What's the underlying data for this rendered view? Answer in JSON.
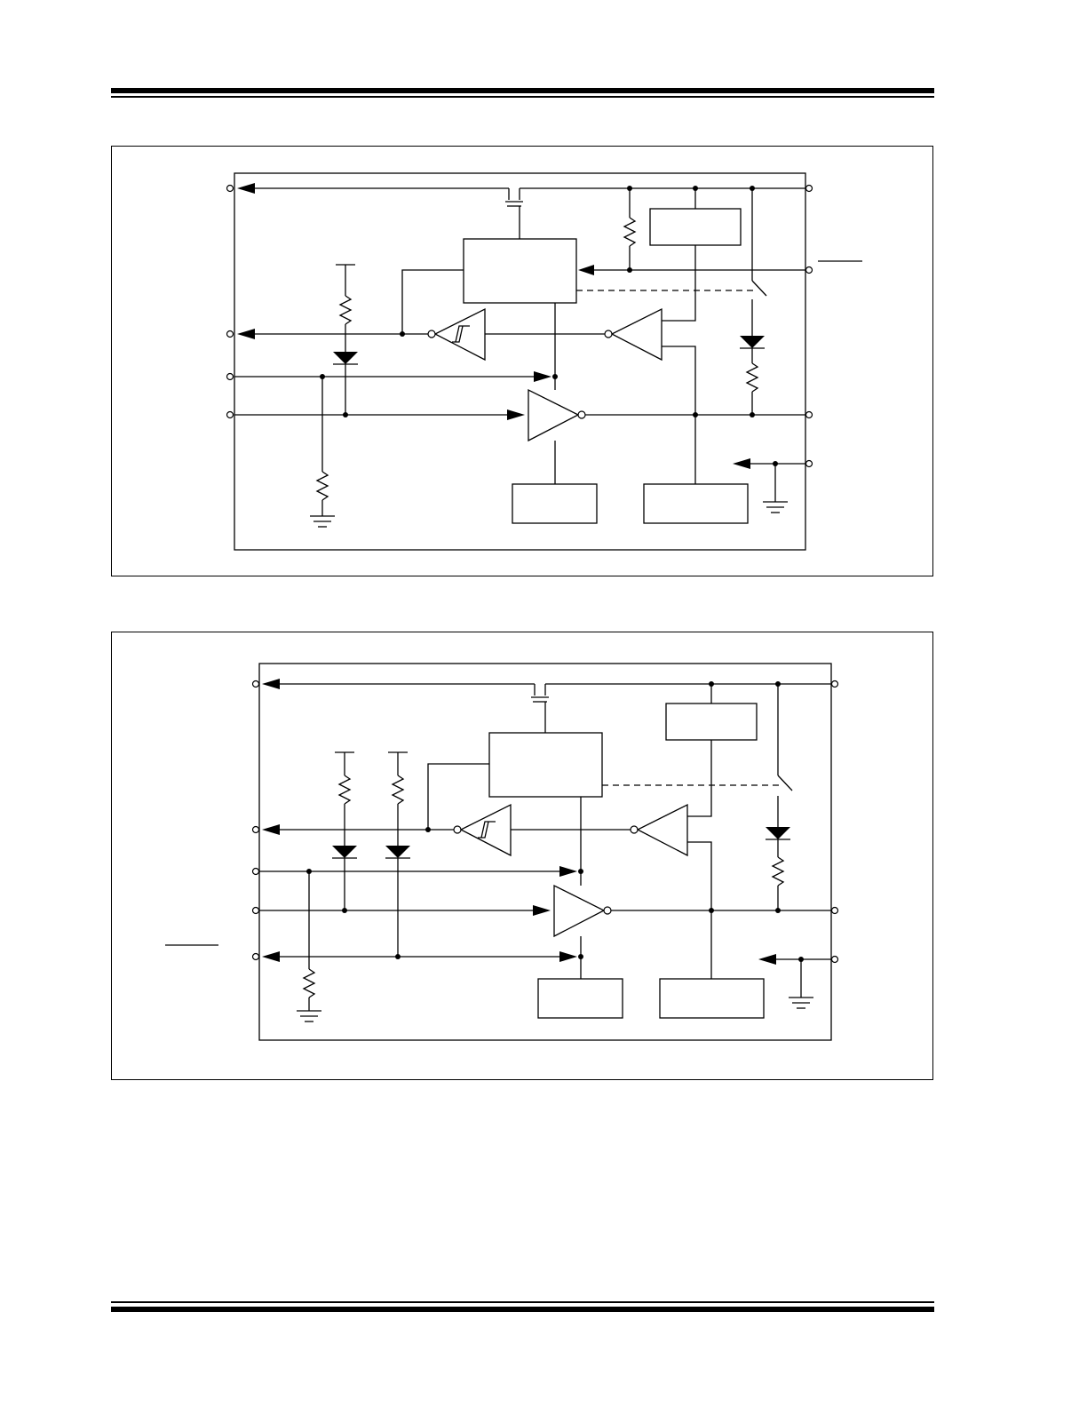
{
  "page": {
    "top_rules": "double-rule",
    "bottom_rules": "double-rule"
  },
  "figures": [
    {
      "name": "block-diagram-1",
      "labels": []
    },
    {
      "name": "block-diagram-2",
      "labels": []
    }
  ],
  "colors": {
    "ink": "#000000",
    "paper": "#ffffff"
  }
}
